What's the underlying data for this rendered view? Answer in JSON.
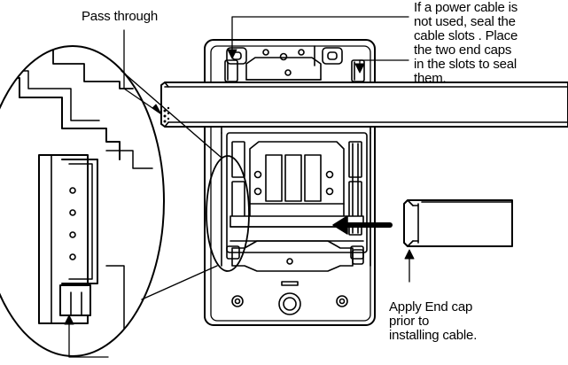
{
  "labels": {
    "pass_through": "Pass through",
    "seal_slots": "If a power cable is\nnot used, seal the\ncable slots . Place\nthe two end caps\nin the slots to seal\nthem.",
    "apply_end_cap": "Apply End cap\nprior to\ninstalling cable."
  },
  "colors": {
    "line": "#000000",
    "background": "#ffffff",
    "shade": "#d9d9d9"
  }
}
